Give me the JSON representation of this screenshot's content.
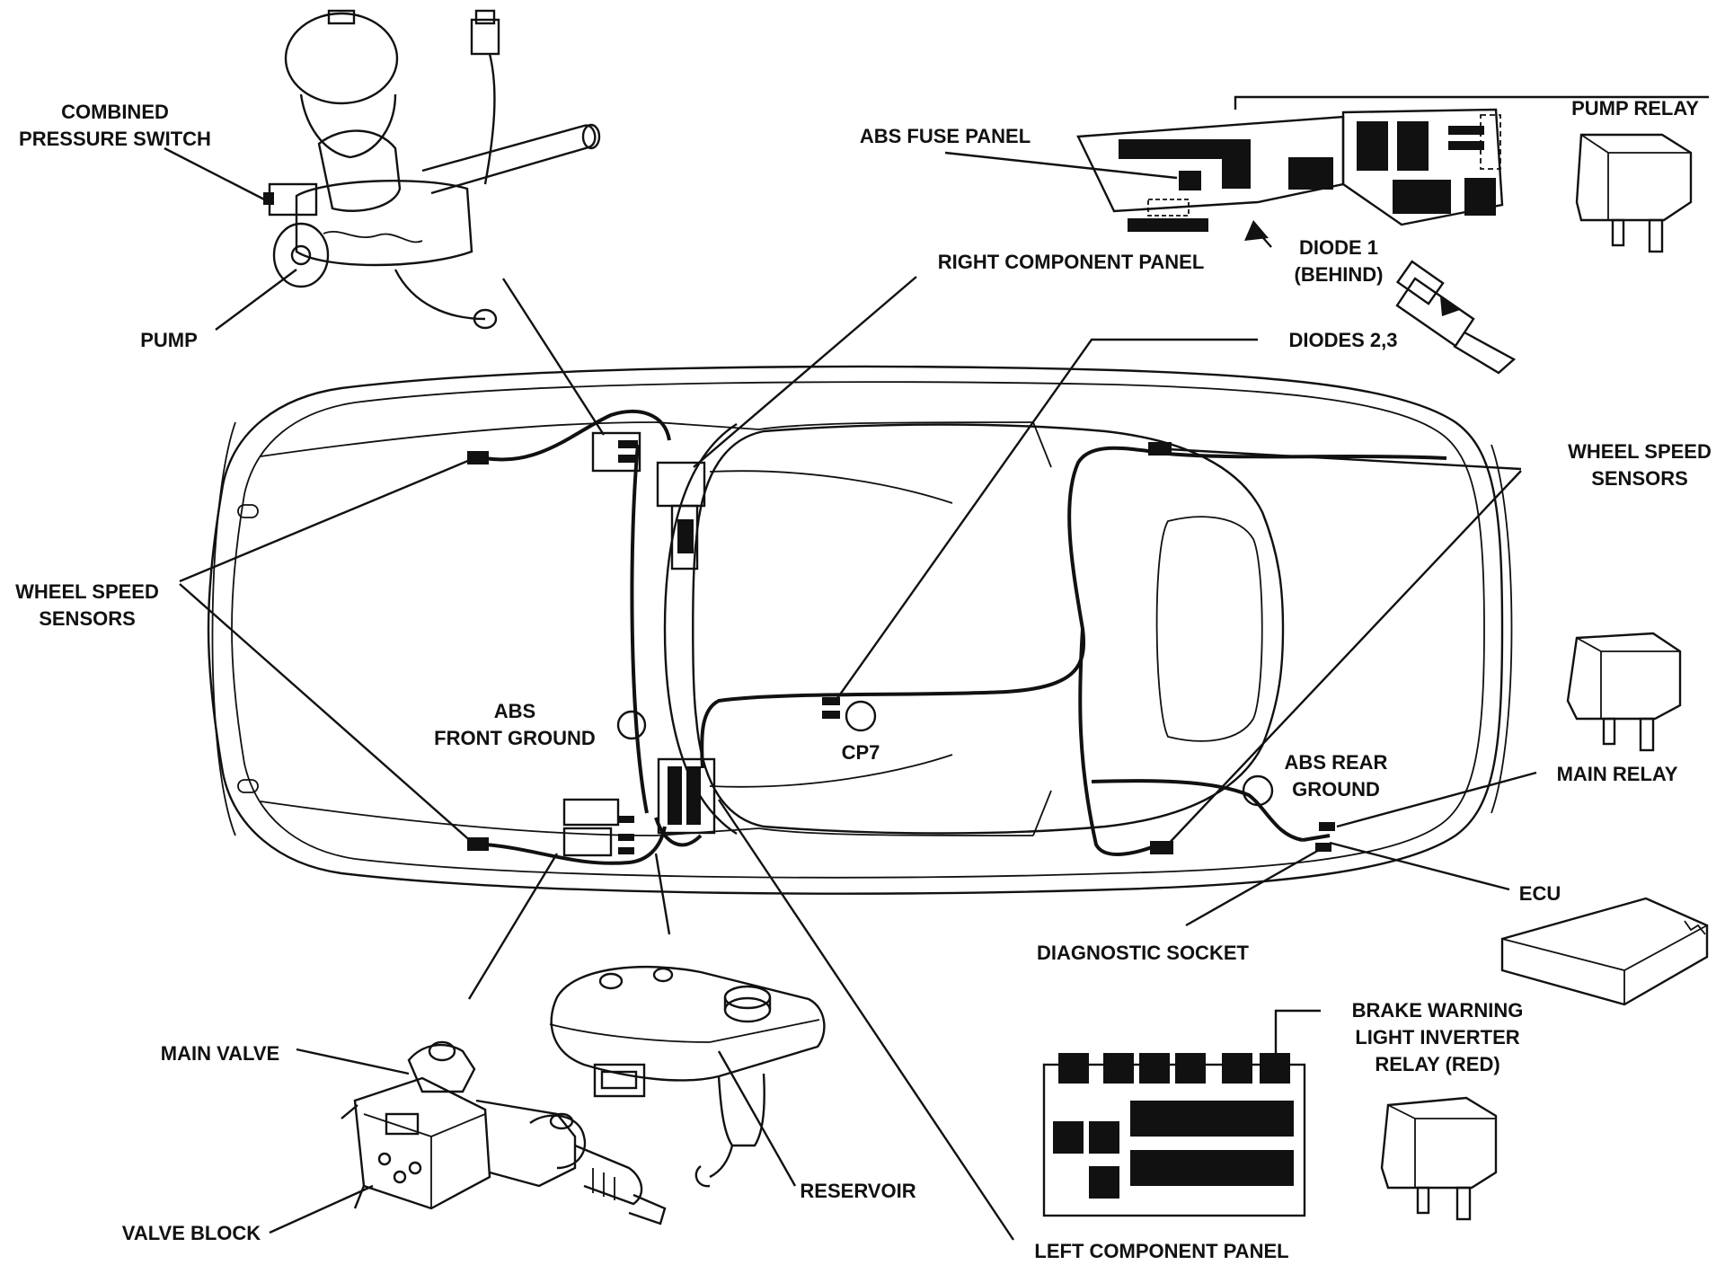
{
  "labels": {
    "combined_pressure_switch": [
      "COMBINED",
      "PRESSURE SWITCH"
    ],
    "pump": "PUMP",
    "abs_fuse_panel": "ABS FUSE PANEL",
    "pump_relay": "PUMP RELAY",
    "right_component_panel": "RIGHT COMPONENT PANEL",
    "diode_1": [
      "DIODE 1",
      "(BEHIND)"
    ],
    "diodes_2_3": "DIODES 2,3",
    "wheel_speed_sensors_left": [
      "WHEEL SPEED",
      "SENSORS"
    ],
    "wheel_speed_sensors_right": [
      "WHEEL SPEED",
      "SENSORS"
    ],
    "abs_front_ground": [
      "ABS",
      "FRONT GROUND"
    ],
    "cp7": "CP7",
    "abs_rear_ground": [
      "ABS REAR",
      "GROUND"
    ],
    "main_relay": "MAIN RELAY",
    "ecu": "ECU",
    "diagnostic_socket": "DIAGNOSTIC SOCKET",
    "brake_warning": [
      "BRAKE WARNING",
      "LIGHT INVERTER",
      "RELAY (RED)"
    ],
    "main_valve": "MAIN VALVE",
    "reservoir": "RESERVOIR",
    "valve_block": "VALVE BLOCK",
    "left_component_panel": "LEFT COMPONENT PANEL"
  },
  "icons": {
    "pump_assembly": "pump-assembly-icon",
    "relay": "relay-icon",
    "diode": "diode-icon",
    "ecu": "ecu-box-icon",
    "reservoir": "brake-fluid-reservoir-icon",
    "valve_block": "valve-block-icon"
  }
}
